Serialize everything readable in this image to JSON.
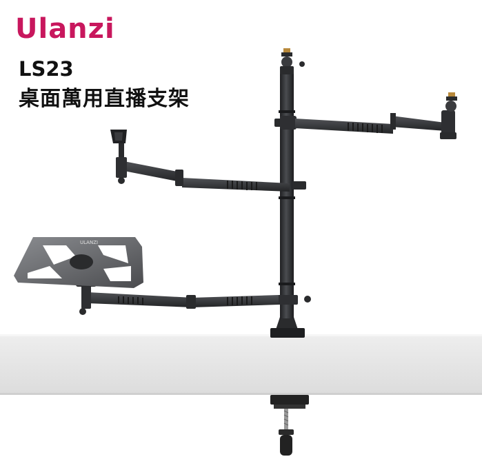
{
  "brand": {
    "logo_text": "Ulanzi",
    "color": "#c8175d"
  },
  "product": {
    "model": "LS23",
    "name": "桌面萬用直播支架"
  },
  "mount_plate_marking": "ULANZI",
  "colors": {
    "stand": "#2b2c2e",
    "stand_highlight": "#4a4c50",
    "desk": "#e9e9e9",
    "brass": "#b8893b"
  }
}
